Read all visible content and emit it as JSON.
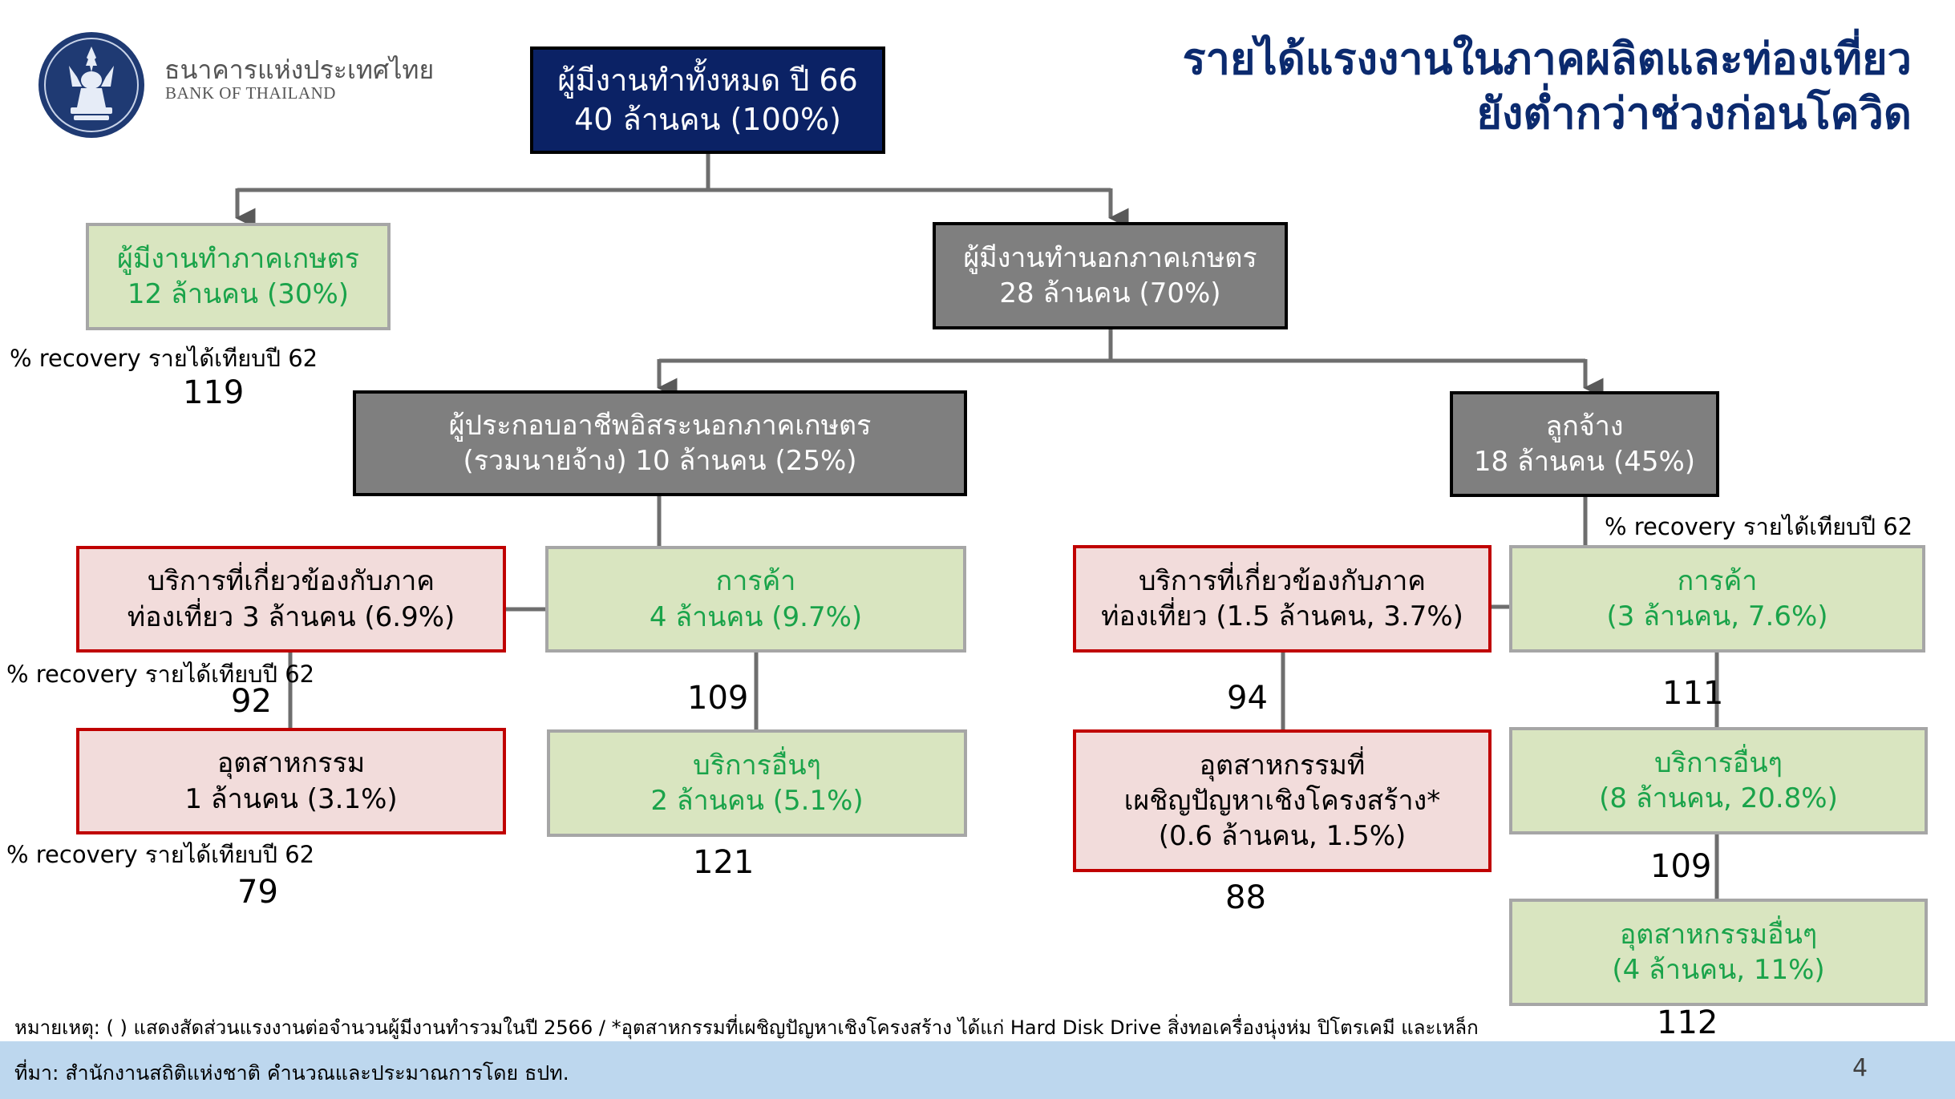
{
  "brand": {
    "name_th": "ธนาคารแห่งประเทศไทย",
    "name_en": "BANK OF THAILAND",
    "colors": {
      "navy": "#0b2265",
      "grey": "#7f7f7f",
      "green": "#1aa34a",
      "red": "#c00000",
      "footer": "#bdd7ee"
    }
  },
  "title": {
    "line1": "รายได้แรงงานในภาคผลิตและท่องเที่ยว",
    "line2": "ยังต่ำกว่าช่วงก่อนโควิด"
  },
  "nodes": {
    "root": {
      "line1": "ผู้มีงานทำทั้งหมด ปี 66",
      "line2": "40 ล้านคน (100%)"
    },
    "agri": {
      "line1": "ผู้มีงานทำภาคเกษตร",
      "line2": "12 ล้านคน (30%)"
    },
    "nonagri": {
      "line1": "ผู้มีงานทำนอกภาคเกษตร",
      "line2": "28 ล้านคน (70%)"
    },
    "self_employed": {
      "line1": "ผู้ประกอบอาชีพอิสระนอกภาคเกษตร",
      "line2": "(รวมนายจ้าง) 10 ล้านคน (25%)"
    },
    "employees": {
      "line1": "ลูกจ้าง",
      "line2": "18 ล้านคน (45%)"
    },
    "se_tourism": {
      "line1": "บริการที่เกี่ยวข้องกับภาค",
      "line2": "ท่องเที่ยว 3 ล้านคน (6.9%)"
    },
    "se_trade": {
      "line1": "การค้า",
      "line2": "4 ล้านคน (9.7%)"
    },
    "se_industry": {
      "line1": "อุตสาหกรรม",
      "line2": "1 ล้านคน (3.1%)"
    },
    "se_other_services": {
      "line1": "บริการอื่นๆ",
      "line2": "2 ล้านคน (5.1%)"
    },
    "emp_tourism": {
      "line1": "บริการที่เกี่ยวข้องกับภาค",
      "line2": "ท่องเที่ยว (1.5 ล้านคน, 3.7%)"
    },
    "emp_trade": {
      "line1": "การค้า",
      "line2": "(3 ล้านคน, 7.6%)"
    },
    "emp_structural": {
      "line1": "อุตสาหกรรมที่",
      "line2": "เผชิญปัญหาเชิงโครงสร้าง*",
      "line3": "(0.6 ล้านคน, 1.5%)"
    },
    "emp_other_services": {
      "line1": "บริการอื่นๆ",
      "line2": "(8 ล้านคน, 20.8%)"
    },
    "emp_other_industry": {
      "line1": "อุตสาหกรรมอื่นๆ",
      "line2": "(4 ล้านคน, 11%)"
    }
  },
  "recovery_label": "% recovery รายได้เทียบปี 62",
  "values": {
    "agri": "119",
    "se_tourism": "92",
    "se_trade": "109",
    "se_industry": "79",
    "se_other_services": "121",
    "emp_tourism": "94",
    "emp_trade": "111",
    "emp_structural": "88",
    "emp_other_services": "109",
    "emp_other_industry": "112"
  },
  "footer": {
    "note": "หมายเหตุ: ( ) แสดงสัดส่วนแรงงานต่อจำนวนผู้มีงานทำรวมในปี 2566 / *อุตสาหกรรมที่เผชิญปัญหาเชิงโครงสร้าง ได้แก่ Hard Disk Drive สิ่งทอเครื่องนุ่งห่ม ปิโตรเคมี และเหล็ก",
    "source": "ที่มา: สำนักงานสถิติแห่งชาติ คำนวณและประมาณการโดย ธปท.",
    "page_number": "4"
  }
}
